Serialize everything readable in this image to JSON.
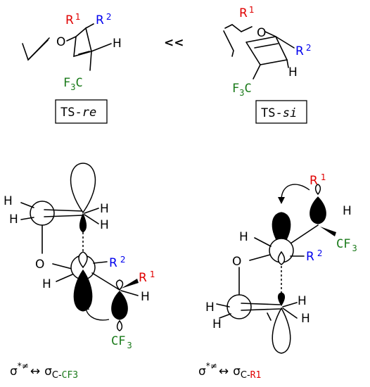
{
  "colors": {
    "red": "#e00000",
    "blue": "#0000ee",
    "green": "#1a7a1a",
    "black": "#000000"
  },
  "top": {
    "comparison": "<<",
    "ts_re": {
      "box_label_prefix": "TS-",
      "box_label_italic": "re",
      "r1": "R",
      "r1_sup": "1",
      "r2": "R",
      "r2_sup": "2",
      "o": "O",
      "h": "H",
      "cf3_f": "F",
      "cf3_sub": "3",
      "cf3_c": "C"
    },
    "ts_si": {
      "box_label_prefix": "TS-",
      "box_label_italic": "si",
      "r1": "R",
      "r1_sup": "1",
      "r2": "R",
      "r2_sup": "2",
      "o": "O",
      "h": "H",
      "cf3_f": "F",
      "cf3_sub": "3",
      "cf3_c": "C"
    }
  },
  "bottom": {
    "left": {
      "h1": "H",
      "h2": "H",
      "h3": "H",
      "h4": "H",
      "h5": "H",
      "h6": "H",
      "o": "O",
      "r2": "R",
      "r2_sup": "2",
      "r1": "R",
      "r1_sup": "1",
      "cf3_cf": "CF",
      "cf3_sub": "3",
      "caption_sigma_star": "σ",
      "caption_sup": "*≠",
      "caption_arrow": "↔",
      "caption_sigma": "σ",
      "caption_sub_c": "C-",
      "caption_sub_group": "CF3"
    },
    "right": {
      "h1": "H",
      "h2": "H",
      "h3": "H",
      "h4": "H",
      "h5": "H",
      "h6": "H",
      "o": "O",
      "r1": "R",
      "r1_sup": "1",
      "r2": "R",
      "r2_sup": "2",
      "cf3_cf": "CF",
      "cf3_sub": "3",
      "caption_sigma_star": "σ",
      "caption_sup": "*≠",
      "caption_arrow": "↔",
      "caption_sigma": "σ",
      "caption_sub_c": "C-",
      "caption_sub_group": "R1"
    }
  }
}
